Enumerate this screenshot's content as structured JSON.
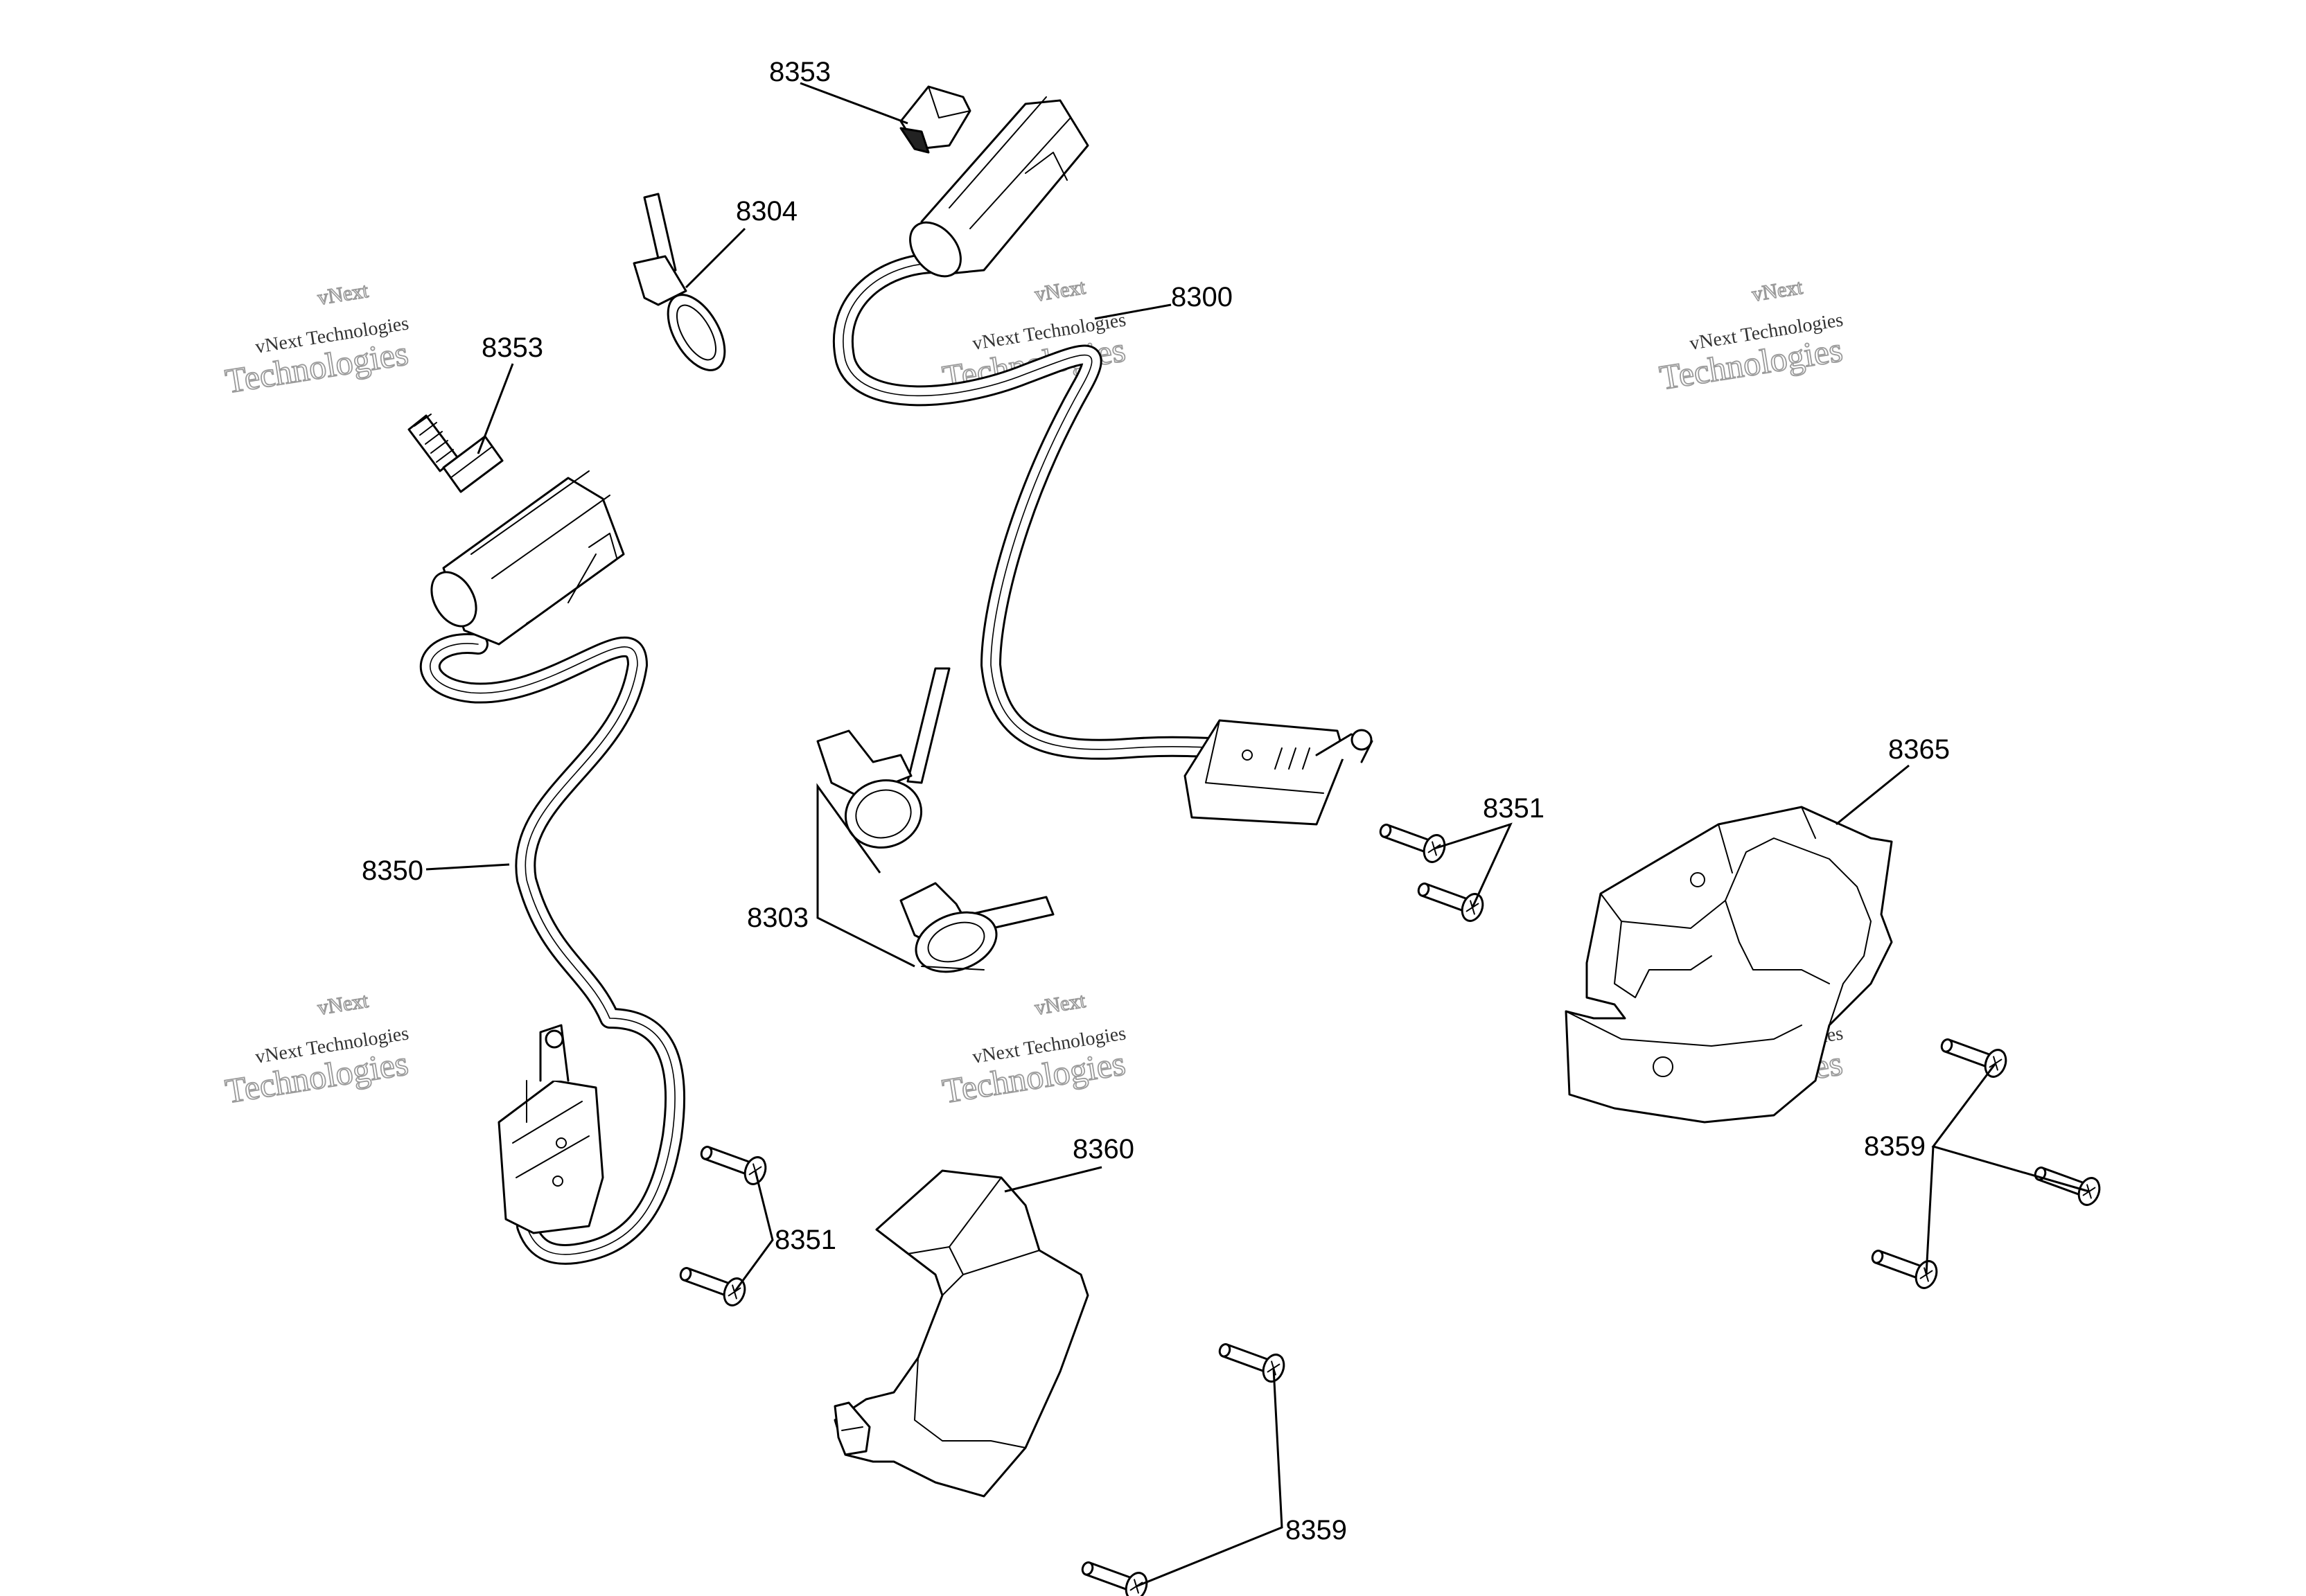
{
  "watermark": {
    "line_top": "vNext",
    "line_mid": "vNext Technologies",
    "line_bottom": "Technologies"
  },
  "callouts": [
    {
      "id": "c1",
      "label": "8353"
    },
    {
      "id": "c2",
      "label": "8304"
    },
    {
      "id": "c3",
      "label": "8353"
    },
    {
      "id": "c4",
      "label": "8300"
    },
    {
      "id": "c5",
      "label": "8350"
    },
    {
      "id": "c6",
      "label": "8303"
    },
    {
      "id": "c7",
      "label": "8351"
    },
    {
      "id": "c8",
      "label": "8365"
    },
    {
      "id": "c9",
      "label": "8351"
    },
    {
      "id": "c10",
      "label": "8360"
    },
    {
      "id": "c11",
      "label": "8359"
    },
    {
      "id": "c12",
      "label": "8359"
    }
  ]
}
